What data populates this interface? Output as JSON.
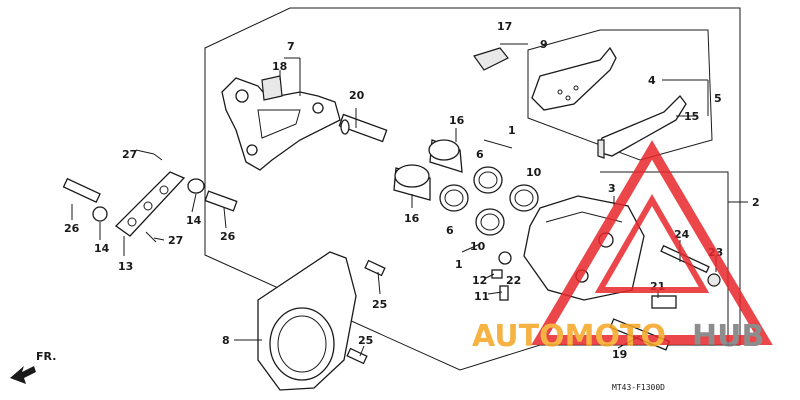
{
  "diagram": {
    "code": "MT43-F1300D",
    "direction_label": "FR.",
    "callouts": [
      {
        "id": "c1a",
        "text": "1"
      },
      {
        "id": "c1b",
        "text": "1"
      },
      {
        "id": "c2",
        "text": "2"
      },
      {
        "id": "c3",
        "text": "3"
      },
      {
        "id": "c4",
        "text": "4"
      },
      {
        "id": "c5",
        "text": "5"
      },
      {
        "id": "c6a",
        "text": "6"
      },
      {
        "id": "c6b",
        "text": "6"
      },
      {
        "id": "c7",
        "text": "7"
      },
      {
        "id": "c8",
        "text": "8"
      },
      {
        "id": "c9",
        "text": "9"
      },
      {
        "id": "c10a",
        "text": "10"
      },
      {
        "id": "c10b",
        "text": "10"
      },
      {
        "id": "c11",
        "text": "11"
      },
      {
        "id": "c12",
        "text": "12"
      },
      {
        "id": "c13",
        "text": "13"
      },
      {
        "id": "c14a",
        "text": "14"
      },
      {
        "id": "c14b",
        "text": "14"
      },
      {
        "id": "c15",
        "text": "15"
      },
      {
        "id": "c16a",
        "text": "16"
      },
      {
        "id": "c16b",
        "text": "16"
      },
      {
        "id": "c17",
        "text": "17"
      },
      {
        "id": "c18",
        "text": "18"
      },
      {
        "id": "c19",
        "text": "19"
      },
      {
        "id": "c20",
        "text": "20"
      },
      {
        "id": "c21",
        "text": "21"
      },
      {
        "id": "c22",
        "text": "22"
      },
      {
        "id": "c23",
        "text": "23"
      },
      {
        "id": "c24",
        "text": "24"
      },
      {
        "id": "c25a",
        "text": "25"
      },
      {
        "id": "c25b",
        "text": "25"
      },
      {
        "id": "c26a",
        "text": "26"
      },
      {
        "id": "c26b",
        "text": "26"
      },
      {
        "id": "c27a",
        "text": "27"
      },
      {
        "id": "c27b",
        "text": "27"
      }
    ]
  },
  "watermark": {
    "part1": "AUTOMOTO",
    "part2": "HUB",
    "color_orange": "#f5a623",
    "color_gray": "#7a7a7a",
    "color_red": "#e8262a"
  }
}
